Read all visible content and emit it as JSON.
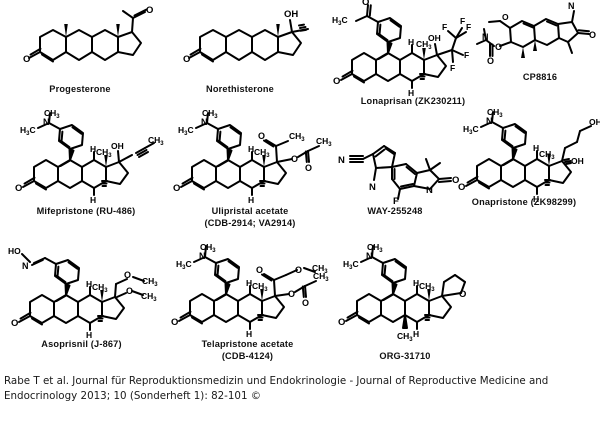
{
  "figure": {
    "background_color": "#ffffff",
    "line_color": "#000000",
    "caption": "Rabe T et al. Journal für Reproduktionsmedizin und Endokrinologie - Journal of Reproductive Medicine and Endocrinology 2013; 10 (Sonderheft 1): 82-101 ©"
  },
  "structures": [
    {
      "id": "progesterone",
      "label": "Progesterone",
      "atom_labels": [
        "O",
        "O"
      ],
      "features": [
        "steroid-4-ene-3-one core",
        "17-acetyl group",
        "18-methyl",
        "19-methyl"
      ]
    },
    {
      "id": "norethisterone",
      "label": "Norethisterone",
      "atom_labels": [
        "O",
        "OH"
      ],
      "features": [
        "19-nor steroid-4-ene-3-one core",
        "17-alpha-ethynyl",
        "17-beta-hydroxy",
        "18-methyl"
      ]
    },
    {
      "id": "lonaprisan",
      "label": "Lonaprisan (ZK230211)",
      "atom_labels": [
        "H3C",
        "O",
        "CH3",
        "OH",
        "F",
        "F",
        "F",
        "F",
        "F",
        "H",
        "H"
      ],
      "features": [
        "11-beta-(4-acetylphenyl)",
        "17-hydroxy",
        "17-pentafluoroethyl",
        "9,10-diene-3-one"
      ]
    },
    {
      "id": "cp8816",
      "label": "CP8816",
      "atom_labels": [
        "O",
        "O",
        "O",
        "N",
        "N",
        "O"
      ],
      "features": [
        "methoxy",
        "dimethylcarbamate ester",
        "indolin-2-one",
        "N-methyl"
      ]
    },
    {
      "id": "mifepristone",
      "label": "Mifepristone (RU-486)",
      "atom_labels": [
        "CH3",
        "N",
        "H3C",
        "CH3",
        "OH",
        "CH3",
        "O",
        "H",
        "H"
      ],
      "features": [
        "11-beta-(4-dimethylaminophenyl)",
        "17-hydroxy",
        "17-(1-propynyl)",
        "9,10-diene-3-one"
      ]
    },
    {
      "id": "ulipristal-acetate",
      "label": "Ulipristal  acetate\n(CDB-2914; VA2914)",
      "atom_labels": [
        "CH3",
        "N",
        "H3C",
        "O",
        "CH3",
        "CH3",
        "O",
        "O",
        "CH3",
        "O",
        "H",
        "H"
      ],
      "features": [
        "11-beta-(4-dimethylaminophenyl)",
        "17-acetyl",
        "17-acetoxy",
        "9,10-diene-3-one"
      ]
    },
    {
      "id": "way-255248",
      "label": "WAY-255248",
      "atom_labels": [
        "N",
        "N",
        "F",
        "N",
        "O"
      ],
      "features": [
        "5-cyano-1-methylpyrrole",
        "3,3-dimethyloxindole",
        "7-fluoro"
      ]
    },
    {
      "id": "onapristone",
      "label": "Onapristone (ZK98299)",
      "atom_labels": [
        "CH3",
        "N",
        "H3C",
        "CH3",
        "OH",
        "OH",
        "O",
        "H",
        "H"
      ],
      "features": [
        "11-beta-(4-dimethylaminophenyl)",
        "13-alpha-methyl",
        "17-hydroxy",
        "17-(3-hydroxypropyl)"
      ]
    },
    {
      "id": "asoprisnil",
      "label": "Asoprisnil (J-867)",
      "atom_labels": [
        "HO",
        "N",
        "CH3",
        "O",
        "CH3",
        "O",
        "CH3",
        "O",
        "H",
        "H"
      ],
      "features": [
        "11-beta-(4-oximinomethylphenyl)",
        "17-methoxy",
        "17-methoxymethyl",
        "9,10-diene-3-one"
      ]
    },
    {
      "id": "telapristone-acetate",
      "label": "Telapristone acetate\n(CDB-4124)",
      "atom_labels": [
        "CH3",
        "N",
        "H3C",
        "O",
        "O",
        "CH3",
        "CH3",
        "O",
        "O",
        "CH3",
        "O",
        "H",
        "H"
      ],
      "features": [
        "11-beta-(4-dimethylaminophenyl)",
        "17-(methoxyacetyl)",
        "17-acetoxy",
        "9,10-diene-3-one"
      ]
    },
    {
      "id": "org-31710",
      "label": "ORG-31710",
      "atom_labels": [
        "CH3",
        "N",
        "H3C",
        "CH3",
        "O",
        "O",
        "CH3",
        "H",
        "H"
      ],
      "features": [
        "11-beta-(4-dimethylaminophenyl)",
        "17-spiro-tetrahydrofuran",
        "6-methyl",
        "9,10-diene-3-one"
      ]
    }
  ]
}
